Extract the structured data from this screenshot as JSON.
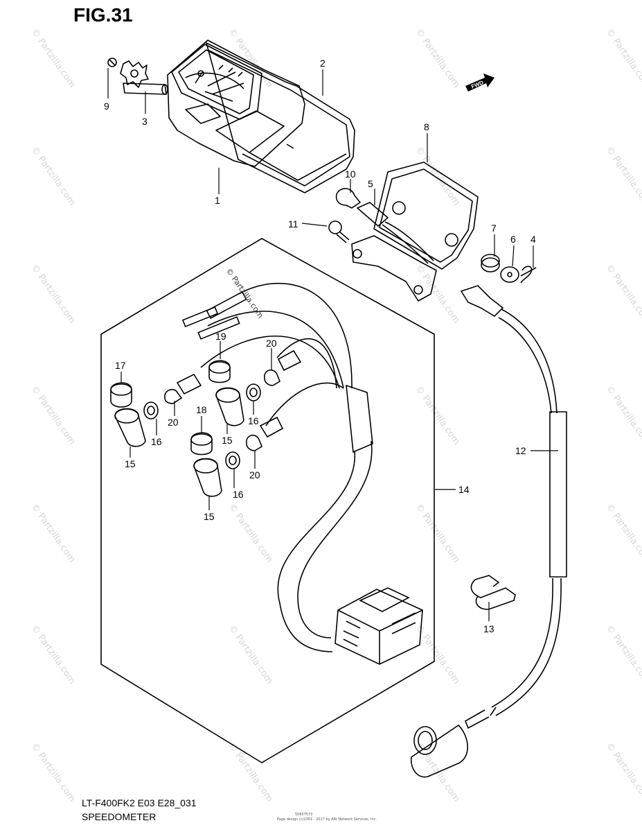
{
  "figure": {
    "title": "FIG.31",
    "model_code": "LT-F400FK2 E03 E28_031",
    "section_name": "SPEEDOMETER",
    "fwd_label": "FWD",
    "watermark": "© Partzilla.com",
    "footer_small_1": "Page design (c)2001 - 2017 by ARI Network Services, Inc.",
    "footer_small_2": "5565T573"
  },
  "callouts": [
    {
      "id": "1",
      "label": "1"
    },
    {
      "id": "2",
      "label": "2"
    },
    {
      "id": "3",
      "label": "3"
    },
    {
      "id": "4",
      "label": "4"
    },
    {
      "id": "5",
      "label": "5"
    },
    {
      "id": "6",
      "label": "6"
    },
    {
      "id": "7",
      "label": "7"
    },
    {
      "id": "8",
      "label": "8"
    },
    {
      "id": "9",
      "label": "9"
    },
    {
      "id": "10",
      "label": "10"
    },
    {
      "id": "11",
      "label": "11"
    },
    {
      "id": "12",
      "label": "12"
    },
    {
      "id": "13",
      "label": "13"
    },
    {
      "id": "14",
      "label": "14"
    },
    {
      "id": "15a",
      "label": "15"
    },
    {
      "id": "15b",
      "label": "15"
    },
    {
      "id": "15c",
      "label": "15"
    },
    {
      "id": "16a",
      "label": "16"
    },
    {
      "id": "16b",
      "label": "16"
    },
    {
      "id": "16c",
      "label": "16"
    },
    {
      "id": "17",
      "label": "17"
    },
    {
      "id": "18",
      "label": "18"
    },
    {
      "id": "19",
      "label": "19"
    },
    {
      "id": "20a",
      "label": "20"
    },
    {
      "id": "20b",
      "label": "20"
    },
    {
      "id": "20c",
      "label": "20"
    }
  ]
}
